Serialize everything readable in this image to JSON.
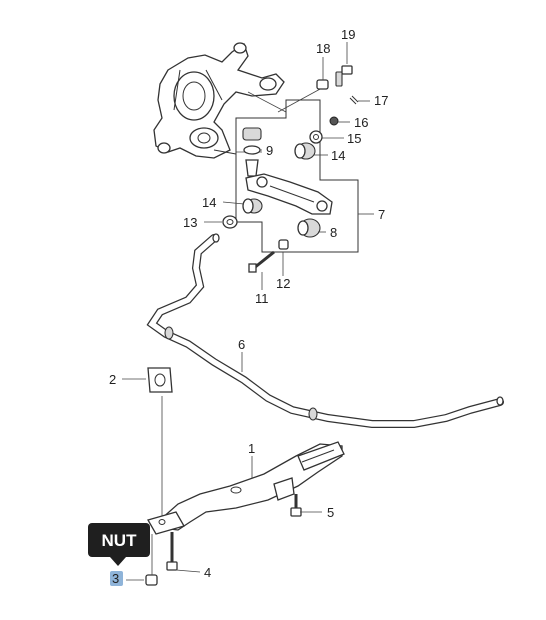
{
  "callout": {
    "label": "NUT",
    "color": "#1f1f1f",
    "text_color": "#ffffff",
    "highlight_color": "#8fb4d9"
  },
  "parts": [
    {
      "num": "1",
      "name": "crossmember"
    },
    {
      "num": "2",
      "name": "stabilizer-bushing"
    },
    {
      "num": "3",
      "name": "nut"
    },
    {
      "num": "4",
      "name": "bolt"
    },
    {
      "num": "5",
      "name": "bolt"
    },
    {
      "num": "6",
      "name": "stabilizer-bar"
    },
    {
      "num": "7",
      "name": "lower-arm-assembly"
    },
    {
      "num": "8",
      "name": "bushing"
    },
    {
      "num": "9",
      "name": "ball-joint-boot"
    },
    {
      "num": "11",
      "name": "bolt"
    },
    {
      "num": "12",
      "name": "nut"
    },
    {
      "num": "13",
      "name": "washer"
    },
    {
      "num": "14",
      "name": "bushing"
    },
    {
      "num": "15",
      "name": "washer"
    },
    {
      "num": "16",
      "name": "nut"
    },
    {
      "num": "17",
      "name": "cotter-pin"
    },
    {
      "num": "18",
      "name": "nut"
    },
    {
      "num": "19",
      "name": "bolt"
    }
  ],
  "labels": {
    "n1": "1",
    "n2": "2",
    "n3": "3",
    "n4": "4",
    "n5": "5",
    "n6": "6",
    "n7": "7",
    "n8": "8",
    "n9": "9",
    "n11": "11",
    "n12": "12",
    "n13": "13",
    "n14a": "14",
    "n14b": "14",
    "n15": "15",
    "n16": "16",
    "n17": "17",
    "n18": "18",
    "n19": "19"
  }
}
